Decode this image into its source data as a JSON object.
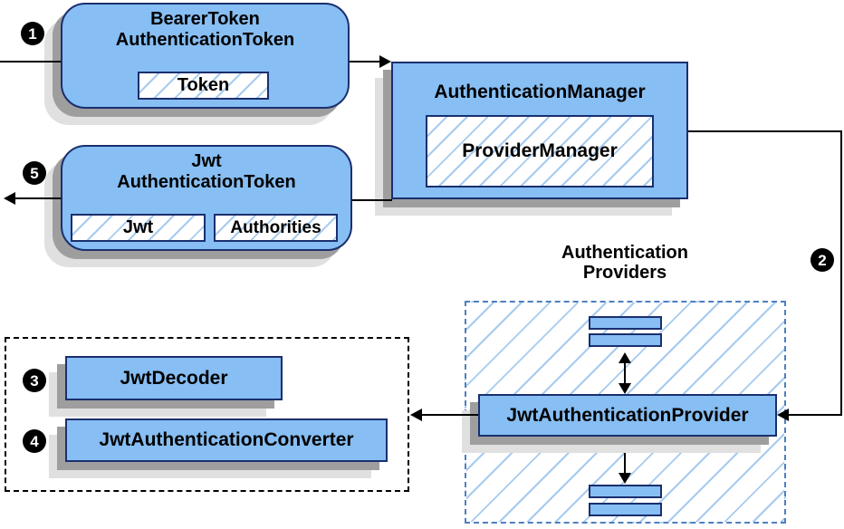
{
  "badges": {
    "b1": "1",
    "b2": "2",
    "b3": "3",
    "b4": "4",
    "b5": "5"
  },
  "boxes": {
    "bearer": {
      "title_line1": "BearerToken",
      "title_line2": "AuthenticationToken",
      "token_label": "Token"
    },
    "jwt": {
      "title_line1": "Jwt",
      "title_line2": "AuthenticationToken",
      "jwt_label": "Jwt",
      "authorities_label": "Authorities"
    },
    "manager": {
      "title": "AuthenticationManager",
      "provider_manager_label": "ProviderManager"
    },
    "providers_group": {
      "title_line1": "Authentication",
      "title_line2": "Providers",
      "provider_label": "JwtAuthenticationProvider"
    },
    "converter_group": {
      "decoder_label": "JwtDecoder",
      "converter_label": "JwtAuthenticationConverter"
    }
  },
  "colors": {
    "box_fill": "#87BEF3",
    "box_border": "#1A2F6E",
    "hatch_line": "#A6CBEF",
    "dashed_border": "#4E7FC0",
    "shadow_dark": "#9E9E9E",
    "shadow_light": "#E0E0E0",
    "line": "#000000"
  }
}
